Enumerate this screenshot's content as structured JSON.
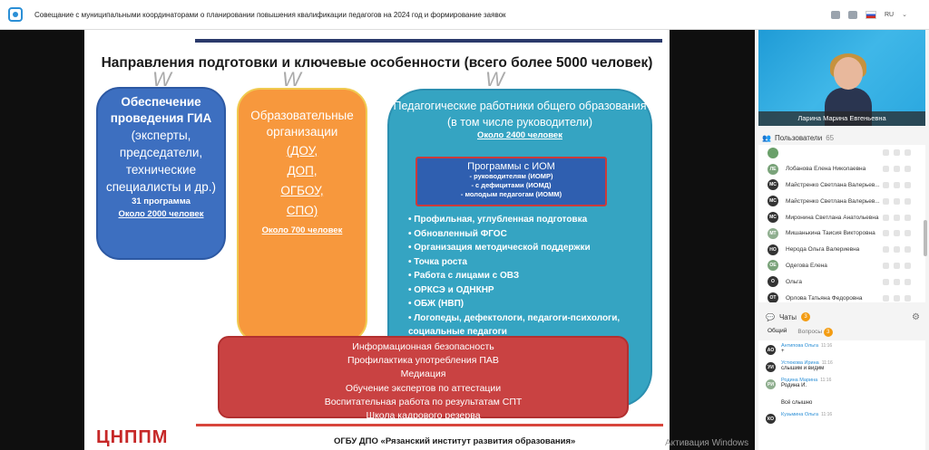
{
  "window": {
    "title": "Совещание с муниципальными координаторами о планировании повышения квалификации педагогов на 2024 год и формирование заявок",
    "lang": "RU"
  },
  "colors": {
    "accent": "#2b8fd6",
    "blue_box": "#3d6fc0",
    "orange_box": "#f7983d",
    "teal_box": "#35a4c2",
    "red_box": "#c94242"
  },
  "slide": {
    "title": "Направления подготовки и ключевые особенности (всего более 5000 человек)",
    "blue": {
      "heading": "Обеспечение проведения ГИА",
      "body": "(эксперты, председатели, технические специалисты и др.)",
      "programs": "31 программа",
      "people": "Около 2000 человек"
    },
    "orange": {
      "heading": "Образовательные организации",
      "items": [
        "(ДОУ,",
        "ДОП,",
        "ОГБОУ,",
        "СПО)"
      ],
      "people": "Около 700 человек"
    },
    "teal": {
      "heading": "Педагогические работники общего образования (в том числе руководители)",
      "people": "Около 2400 человек",
      "iom_title": "Программы с ИОМ",
      "iom_lines": [
        "- руководителям (ИОМР)",
        "- с дефицитами (ИОМД)",
        "- молодым педагогам (ИОММ)"
      ],
      "bullets": [
        "Профильная, углубленная подготовка",
        "Обновленный ФГОС",
        "Организация методической поддержки",
        "Точка роста",
        "Работа с лицами с ОВЗ",
        "ОРКСЭ и ОДНКНР",
        "ОБЖ (НВП)",
        "Логопеды, дефектологи, педагоги-психологи, социальные педагоги"
      ]
    },
    "red": {
      "lines": [
        "Информационная безопасность",
        "Профилактика употребления ПАВ",
        "Медиация",
        "Обучение экспертов по аттестации",
        "Воспитательная работа по результатам СПТ",
        "Школа кадрового резерва"
      ]
    },
    "logo": "ЦНППМ",
    "footer": "ОГБУ ДПО «Рязанский институт развития образования»"
  },
  "watermark": "Активация Windows",
  "video": {
    "speaker": "Ларина Марина Евгеньевна"
  },
  "users": {
    "label": "Пользователи",
    "count": "65",
    "list": [
      {
        "initials": "",
        "name": "",
        "color": "#6aa06a"
      },
      {
        "initials": "ЛЕ",
        "name": "Лобанова Елена Николаевна",
        "color": "#7aa37a"
      },
      {
        "initials": "МС",
        "name": "Майстренко Светлана Валерьев...",
        "color": "#333"
      },
      {
        "initials": "МС",
        "name": "Майстренко Светлана Валерьев...",
        "color": "#333"
      },
      {
        "initials": "МС",
        "name": "Миронина Светлана Анатольевна",
        "color": "#333"
      },
      {
        "initials": "МТ",
        "name": "Мишанькина Таисия Викторовна",
        "color": "#8fae8f"
      },
      {
        "initials": "НО",
        "name": "Нерода Ольга Валериевна",
        "color": "#333"
      },
      {
        "initials": "ОЕ",
        "name": "Одегова Елена",
        "color": "#7aa37a"
      },
      {
        "initials": "О",
        "name": "Ольга",
        "color": "#333"
      },
      {
        "initials": "ОТ",
        "name": "Орлова Татьяна Федоровна",
        "color": "#333"
      }
    ]
  },
  "chats": {
    "label": "Чаты",
    "count": "3",
    "tab_general": "Общий",
    "tab_questions": "Вопросы",
    "questions_count": "3",
    "messages": [
      {
        "initials": "АО",
        "who": "Антипова Ольга",
        "time": "11:16",
        "text": "+",
        "color": "#333"
      },
      {
        "initials": "УИ",
        "who": "Устюкова Ирина",
        "time": "11:16",
        "text": "слышим и видим",
        "color": "#333"
      },
      {
        "initials": "РИ",
        "who": "Родина Марина",
        "time": "11:16",
        "text": "Родина И.",
        "color": "#8fae8f"
      },
      {
        "initials": "",
        "who": "",
        "time": "",
        "text": "Всё слышно",
        "color": "#fff"
      },
      {
        "initials": "КО",
        "who": "Кузьмина Ольга",
        "time": "11:16",
        "text": "",
        "color": "#333"
      }
    ]
  }
}
